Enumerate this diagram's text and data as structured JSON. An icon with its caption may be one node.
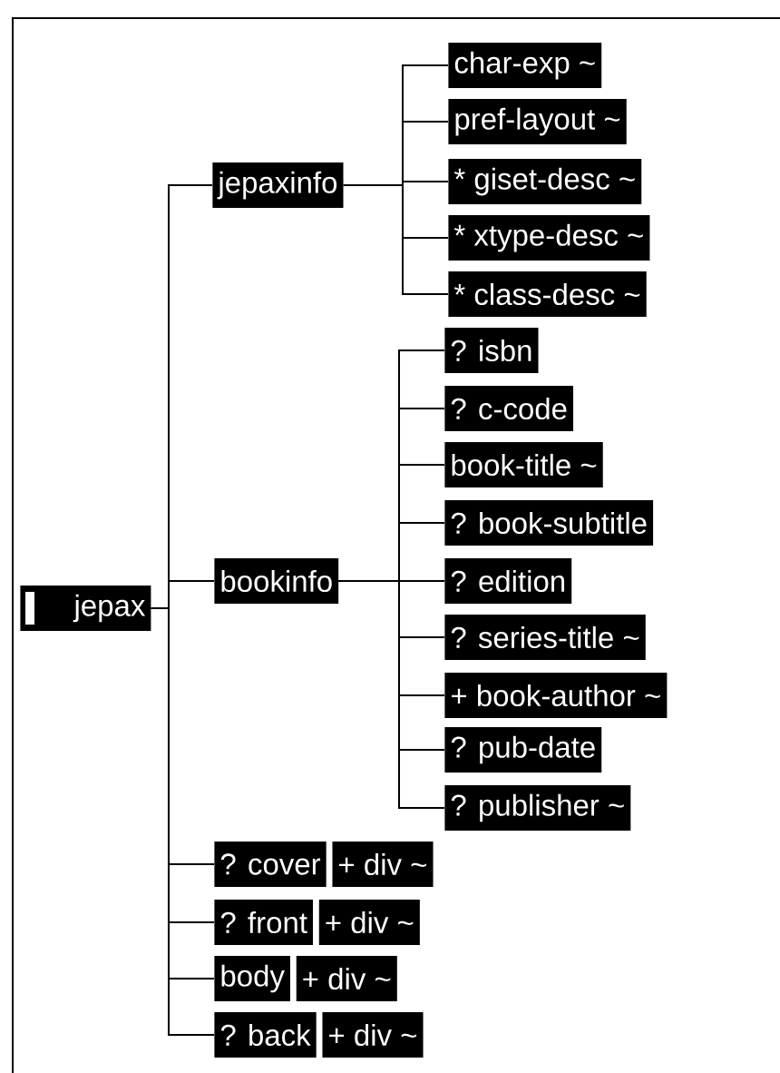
{
  "diagram": {
    "nodes": [
      {
        "text": [
          "jepax"
        ]
      },
      {
        "text": [
          "jepaxinfo"
        ]
      },
      {
        "text": [
          "char-exp ~"
        ]
      },
      {
        "text": [
          "pref-layout ~"
        ]
      },
      {
        "text": [
          "* giset-desc ~"
        ]
      },
      {
        "text": [
          "* xtype-desc ~"
        ]
      },
      {
        "text": [
          "* class-desc ~"
        ]
      },
      {
        "text": [
          "bookinfo"
        ]
      },
      {
        "text": [
          "? isbn"
        ]
      },
      {
        "text": [
          "? c-code"
        ]
      },
      {
        "text": [
          "book-title ~"
        ]
      },
      {
        "text": [
          "? book-subtitle"
        ]
      },
      {
        "text": [
          "? edition"
        ]
      },
      {
        "text": [
          "? series-title ~"
        ]
      },
      {
        "text": [
          "+ book-author ~"
        ]
      },
      {
        "text": [
          "? pub-date"
        ]
      },
      {
        "text": [
          "? publisher ~"
        ]
      },
      {
        "text": [
          "? cover"
        ]
      },
      {
        "text": [
          "+ div ~"
        ]
      },
      {
        "text": [
          "? front"
        ]
      },
      {
        "text": [
          "+ div ~"
        ]
      },
      {
        "text": [
          "body"
        ]
      },
      {
        "text": [
          "+ div ~"
        ]
      },
      {
        "text": [
          "? back"
        ]
      },
      {
        "text": [
          "+ div ~"
        ]
      }
    ],
    "edges": [
      {
        "from": 0,
        "to": 1,
        "arrow": "none"
      },
      {
        "from": 1,
        "to": 2,
        "arrow": "none"
      },
      {
        "from": 1,
        "to": 3,
        "arrow": "none"
      },
      {
        "from": 1,
        "to": 4,
        "arrow": "none"
      },
      {
        "from": 1,
        "to": 5,
        "arrow": "none"
      },
      {
        "from": 1,
        "to": 6,
        "arrow": "none"
      },
      {
        "from": 0,
        "to": 7,
        "arrow": "none"
      },
      {
        "from": 7,
        "to": 8,
        "arrow": "none"
      },
      {
        "from": 7,
        "to": 9,
        "arrow": "none"
      },
      {
        "from": 7,
        "to": 10,
        "arrow": "none"
      },
      {
        "from": 7,
        "to": 11,
        "arrow": "none"
      },
      {
        "from": 7,
        "to": 12,
        "arrow": "none"
      },
      {
        "from": 7,
        "to": 13,
        "arrow": "none"
      },
      {
        "from": 7,
        "to": 14,
        "arrow": "none"
      },
      {
        "from": 7,
        "to": 15,
        "arrow": "none"
      },
      {
        "from": 7,
        "to": 16,
        "arrow": "none"
      },
      {
        "from": 0,
        "to": 17,
        "arrow": "none"
      },
      {
        "from": 0,
        "to": 19,
        "arrow": "none"
      },
      {
        "from": 0,
        "to": 21,
        "arrow": "none"
      },
      {
        "from": 0,
        "to": 23,
        "arrow": "none"
      }
    ]
  }
}
